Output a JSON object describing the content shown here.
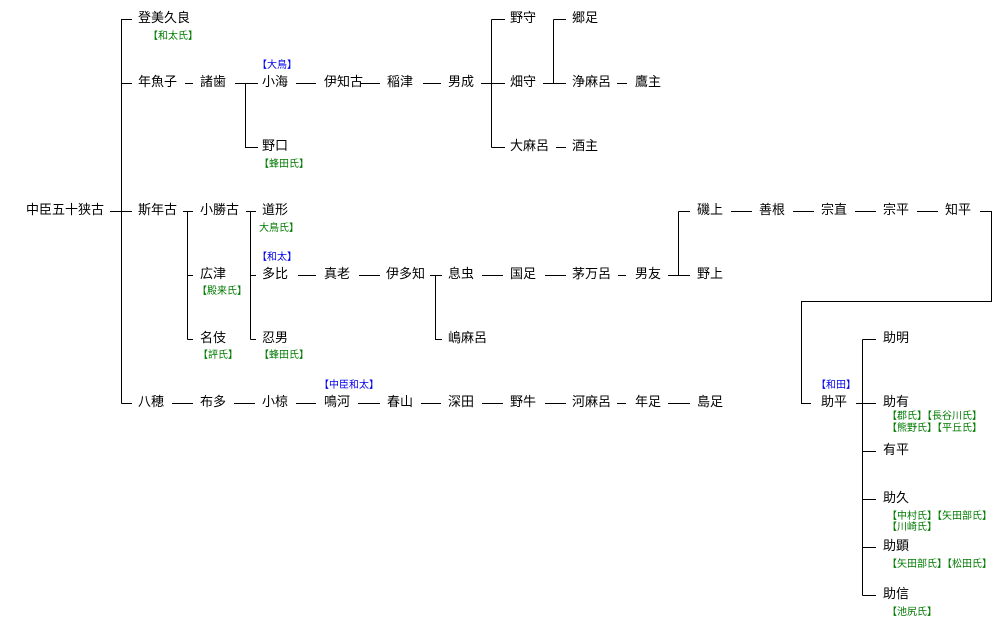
{
  "colors": {
    "clan": "#007a00",
    "line_note": "#0000ee",
    "text": "#000000"
  },
  "root": "中臣五十狭古",
  "nodes": {
    "tomikura": "登美久良",
    "ayuko": "年魚子",
    "morohaba": "諸歯",
    "koumi": "小海",
    "noguchi": "野口",
    "ichiko": "伊知古",
    "inatsu": "稲津",
    "onari": "男成",
    "nomori": "野守",
    "hatamori": "畑守",
    "omaro": "大麻呂",
    "satotari": "郷足",
    "kiyomaro": "浄麻呂",
    "takanushi": "鷹主",
    "sakanushi": "酒主",
    "shitoshiko": "斯年古",
    "kokachiko": "小勝古",
    "hirotsu": "広津",
    "nagi": "名伎",
    "michikata": "道形",
    "tahi": "多比",
    "oshio": "忍男",
    "maoi": "真老",
    "itachi": "伊多知",
    "okimushi": "息虫",
    "shimamaro": "嶋麻呂",
    "kunitari": "国足",
    "kayamaro": "茅万呂",
    "otomo": "男友",
    "isonokami": "磯上",
    "nogami": "野上",
    "yoshine": "善根",
    "munenao": "宗直",
    "munehira": "宗平",
    "tomohira": "知平",
    "sukehira": "助平",
    "sukeaki": "助明",
    "sukeari": "助有",
    "arihira": "有平",
    "sukehisa": "助久",
    "sukeaki2": "助顕",
    "sukenobu": "助信",
    "yaho": "八穂",
    "futa": "布多",
    "okura": "小椋",
    "narukawa": "鳴河",
    "haruyama": "春山",
    "fukada": "深田",
    "nouji": "野牛",
    "kawamaro": "河麻呂",
    "toshitari": "年足",
    "shimatari": "島足"
  },
  "annotations": {
    "tomikura": "【和太氏】",
    "koumi": "【大鳥】",
    "noguchi": "【蜂田氏】",
    "hirotsu": "【殿来氏】",
    "nagi": "【評氏】",
    "michikata": "大鳥氏】",
    "tahi": "【和太】",
    "oshio": "【蜂田氏】",
    "narukawa": "【中臣和太】",
    "sukehira": "【和田】",
    "sukeari_1": "【郡氏】【長谷川氏】",
    "sukeari_2": "【熊野氏】【平丘氏】",
    "sukehisa_1": "【中村氏】【矢田部氏】",
    "sukehisa_2": "【川崎氏】",
    "sukeaki2": "【矢田部氏】【松田氏】",
    "sukenobu": "【池尻氏】"
  }
}
